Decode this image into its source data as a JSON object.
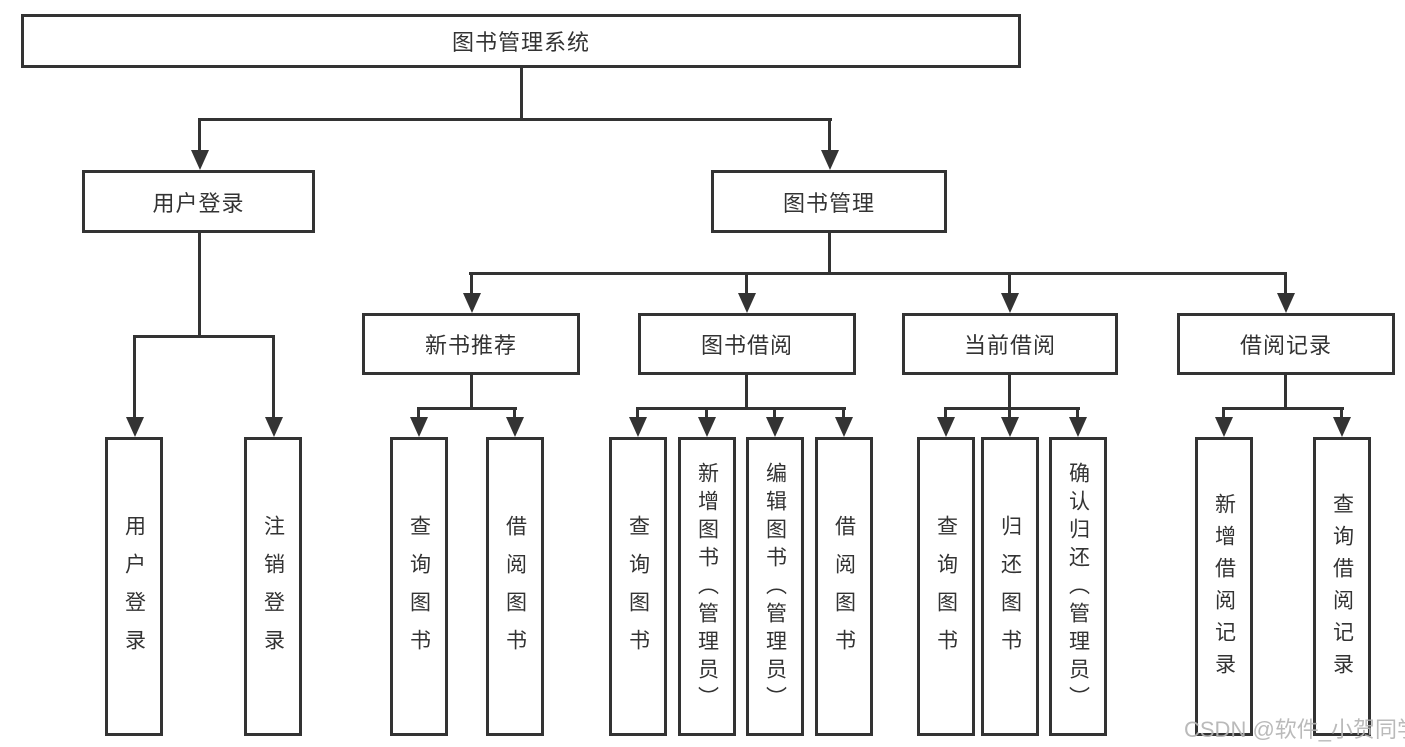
{
  "tree": {
    "root": {
      "label": "图书管理系统"
    },
    "branches": [
      {
        "label": "用户登录",
        "children": [
          {
            "label": "用户登录"
          },
          {
            "label": "注销登录"
          }
        ]
      },
      {
        "label": "图书管理",
        "children": [
          {
            "label": "新书推荐",
            "children": [
              {
                "label": "查询图书"
              },
              {
                "label": "借阅图书"
              }
            ]
          },
          {
            "label": "图书借阅",
            "children": [
              {
                "label": "查询图书"
              },
              {
                "label": "新增图书（管理员）"
              },
              {
                "label": "编辑图书（管理员）"
              },
              {
                "label": "借阅图书"
              }
            ]
          },
          {
            "label": "当前借阅",
            "children": [
              {
                "label": "查询图书"
              },
              {
                "label": "归还图书"
              },
              {
                "label": "确认归还（管理员）"
              }
            ]
          },
          {
            "label": "借阅记录",
            "children": [
              {
                "label": "新增借阅记录"
              },
              {
                "label": "查询借阅记录"
              }
            ]
          }
        ]
      }
    ]
  },
  "watermark": {
    "text": "CSDN @软件_小贺同学"
  },
  "colors": {
    "line": "#333333",
    "text": "#333333",
    "watermark": "#b5b5b5",
    "background": "#ffffff"
  }
}
